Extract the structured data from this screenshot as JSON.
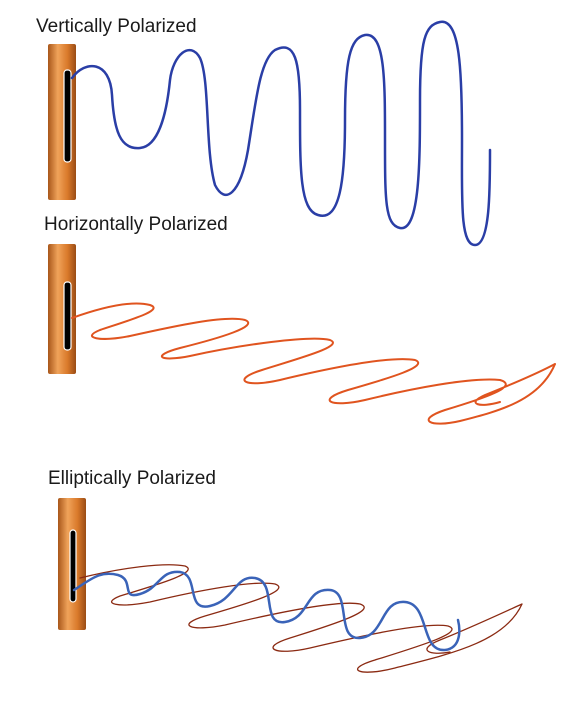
{
  "panels": {
    "vertical": {
      "title": "Vertically Polarized"
    },
    "horizontal": {
      "title": "Horizontally Polarized"
    },
    "elliptical": {
      "title": "Elliptically Polarized"
    }
  },
  "colors": {
    "antenna_body": "#d9792a",
    "antenna_highlight": "#f0a35a",
    "antenna_shadow": "#a8561a",
    "antenna_slot": "#000000",
    "vertical_wave": "#2a3ea6",
    "horizontal_wave": "#e0541f",
    "elliptical_wave": "#3a63b8",
    "elliptical_trace": "#8b2a12",
    "title_text": "#1a1a1a"
  }
}
